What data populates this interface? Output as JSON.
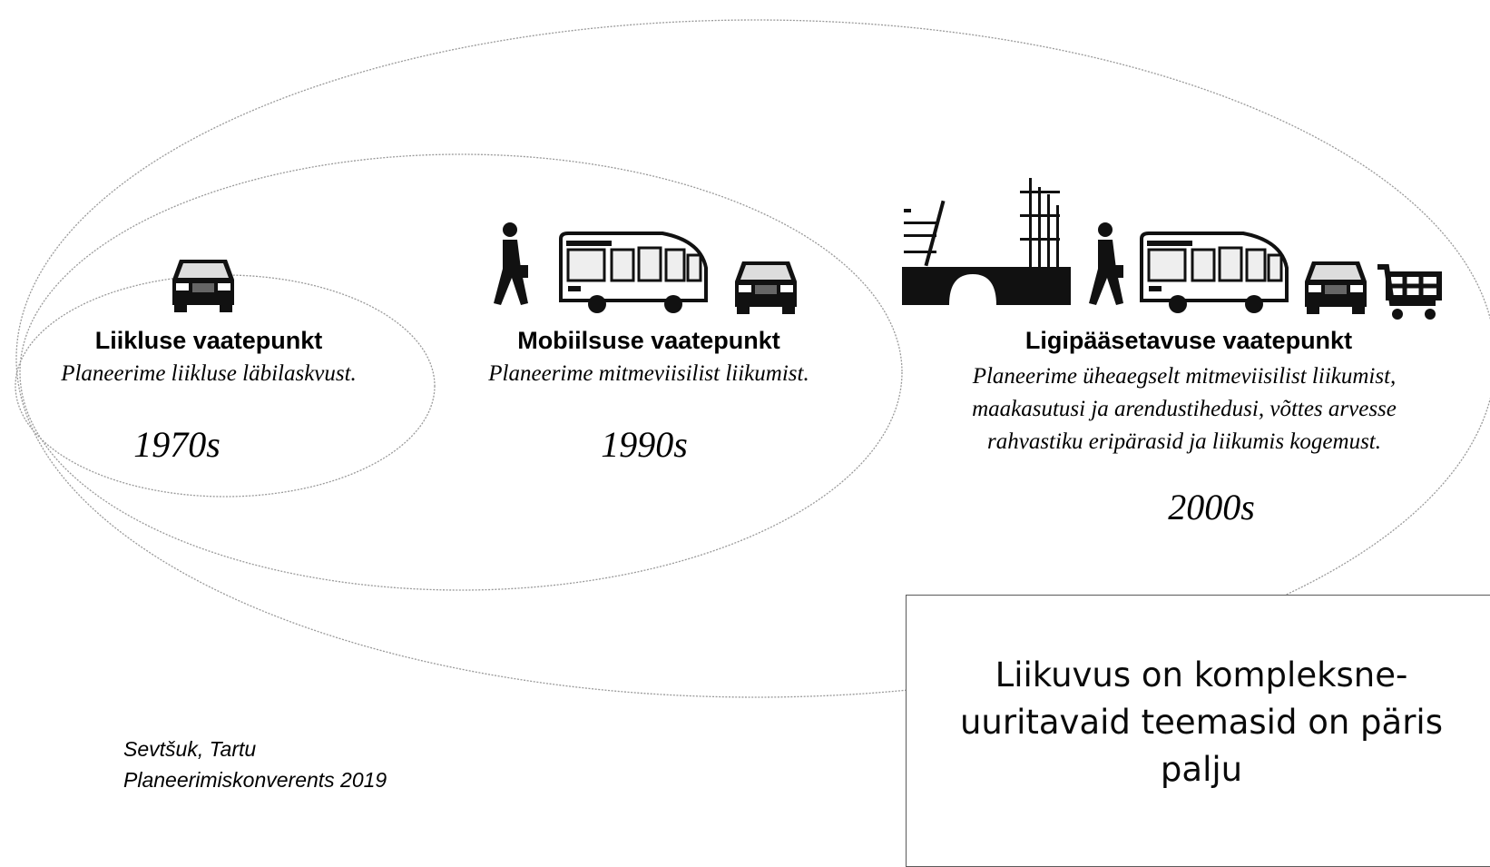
{
  "perspectives": [
    {
      "title": "Liikluse vaatepunkt",
      "description": [
        "Planeerime liikluse läbilaskvust."
      ],
      "year": "1970s",
      "icons": [
        "car-icon"
      ]
    },
    {
      "title": "Mobiilsuse vaatepunkt",
      "description": [
        "Planeerime mitmeviisilist liikumist."
      ],
      "year": "1990s",
      "icons": [
        "pedestrian-icon",
        "bus-icon",
        "car-icon"
      ]
    },
    {
      "title": "Ligipääsetavuse vaatepunkt",
      "description": [
        "Planeerime üheaegselt mitmeviisilist liikumist,",
        "maakasutusi ja arendustihedusi, võttes arvesse",
        "rahvastiku eripärasid ja liikumis kogemust."
      ],
      "year": "2000s",
      "icons": [
        "city-skyline-icon",
        "pedestrian-icon",
        "bus-icon",
        "car-icon",
        "shopping-cart-icon"
      ]
    }
  ],
  "callout": {
    "lines": [
      "Liikuvus on kompleksne-",
      "uuritavaid teemasid on päris",
      "palju"
    ]
  },
  "citation": {
    "lines": [
      "Sevtšuk, Tartu",
      "Planeerimiskonverents 2019"
    ]
  },
  "colors": {
    "ellipse_stroke": "#9a9a9a",
    "icon_fill": "#111111",
    "callout_border": "#5a5a5a"
  }
}
